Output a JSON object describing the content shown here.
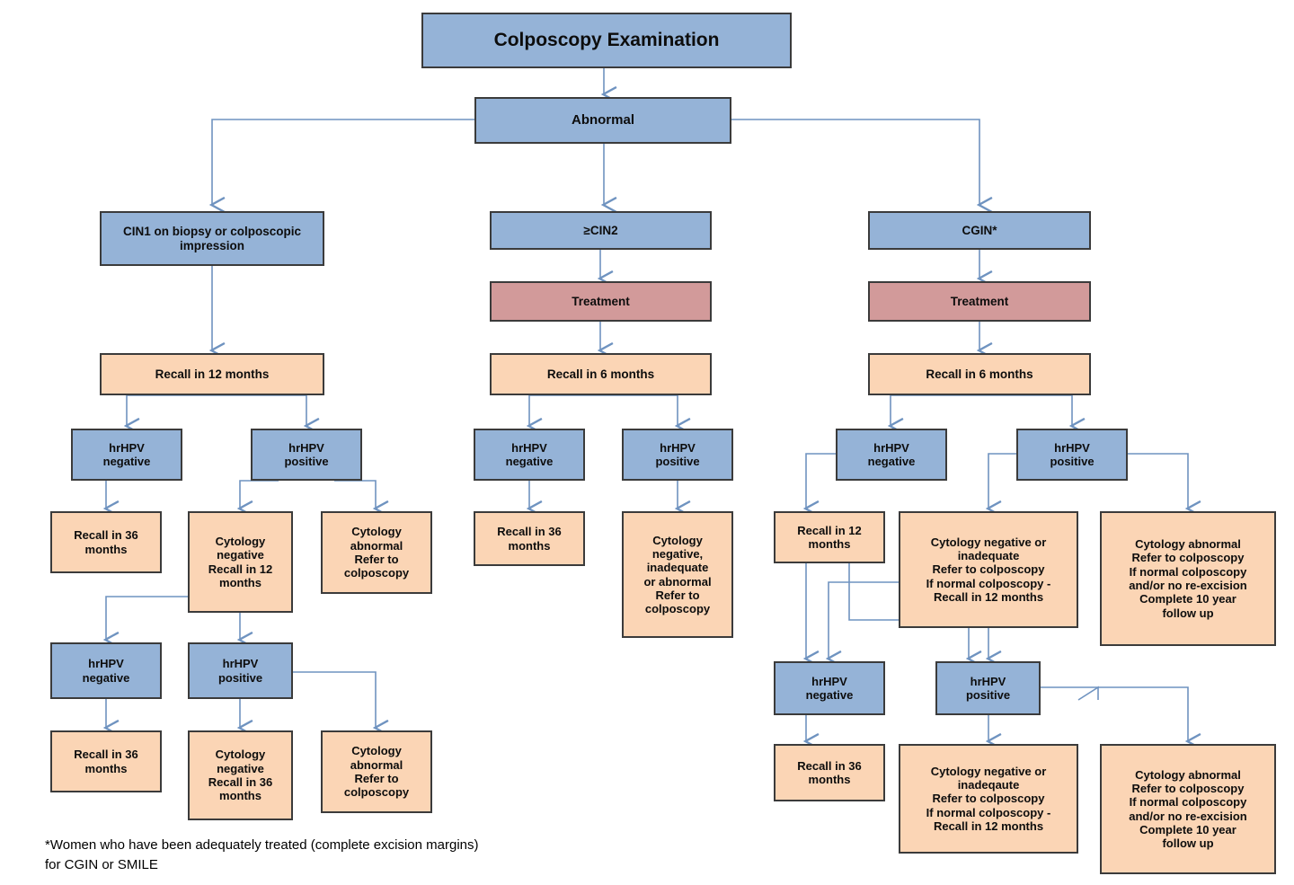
{
  "diagram": {
    "title": "Colposcopy Examination",
    "footnote": "*Women who have been adequately treated (complete excision margins)\nfor CGIN or SMILE",
    "colors": {
      "blue": "#95b3d7",
      "peach": "#fbd5b5",
      "red": "#d29a9a",
      "connector": "#6f93c0",
      "border": "#3b3b3b"
    }
  },
  "nodes": {
    "root": "Colposcopy Examination",
    "abnormal": "Abnormal",
    "cin1": "CIN1 on biopsy or colposcopic\nimpression",
    "cin2": "≥CIN2",
    "cgin": "CGIN*",
    "treatment_mid": "Treatment",
    "treatment_right": "Treatment",
    "recall12_left": "Recall in 12 months",
    "recall6_mid": "Recall in 6 months",
    "recall6_right": "Recall in 6 months",
    "l_hpv_neg_1": "hrHPV\nnegative",
    "l_hpv_pos_1": "hrHPV\npositive",
    "l_recall36_a": "Recall in 36\nmonths",
    "l_cyto_neg_12": "Cytology\nnegative\nRecall in 12\nmonths",
    "l_cyto_abn_refer": "Cytology\nabnormal\nRefer to\ncolposcopy",
    "l_hpv_neg_2": "hrHPV\nnegative",
    "l_hpv_pos_2": "hrHPV\npositive",
    "l_recall36_b": "Recall in 36\nmonths",
    "l_cyto_neg_36": "Cytology\nnegative\nRecall in 36\nmonths",
    "l_cyto_abn_refer_2": "Cytology\nabnormal\nRefer to\ncolposcopy",
    "m_hpv_neg": "hrHPV\nnegative",
    "m_hpv_pos": "hrHPV\npositive",
    "m_recall36": "Recall in 36\nmonths",
    "m_cyto_mixed": "Cytology\nnegative,\ninadequate\nor abnormal\nRefer to\ncolposcopy",
    "r_hpv_neg_1": "hrHPV\nnegative",
    "r_hpv_pos_1": "hrHPV\npositive",
    "r_recall12": "Recall in 12\nmonths",
    "r_cyto_neg_inad_1": "Cytology negative or\ninadequate\nRefer to colposcopy\nIf normal colposcopy -\nRecall in 12 months",
    "r_cyto_abn_1": "Cytology abnormal\nRefer to colposcopy\nIf normal colposcopy\nand/or no re-excision\nComplete 10 year\nfollow up",
    "r_hpv_neg_2": "hrHPV\nnegative",
    "r_hpv_pos_2": "hrHPV\npositive",
    "r_recall36": "Recall in 36\nmonths",
    "r_cyto_neg_inad_2": "Cytology negative or\ninadeqaute\nRefer to colposcopy\nIf normal colposcopy -\nRecall in 12 months",
    "r_cyto_abn_2": "Cytology abnormal\nRefer to colposcopy\nIf normal colposcopy\nand/or no re-excision\nComplete 10 year\nfollow up"
  }
}
